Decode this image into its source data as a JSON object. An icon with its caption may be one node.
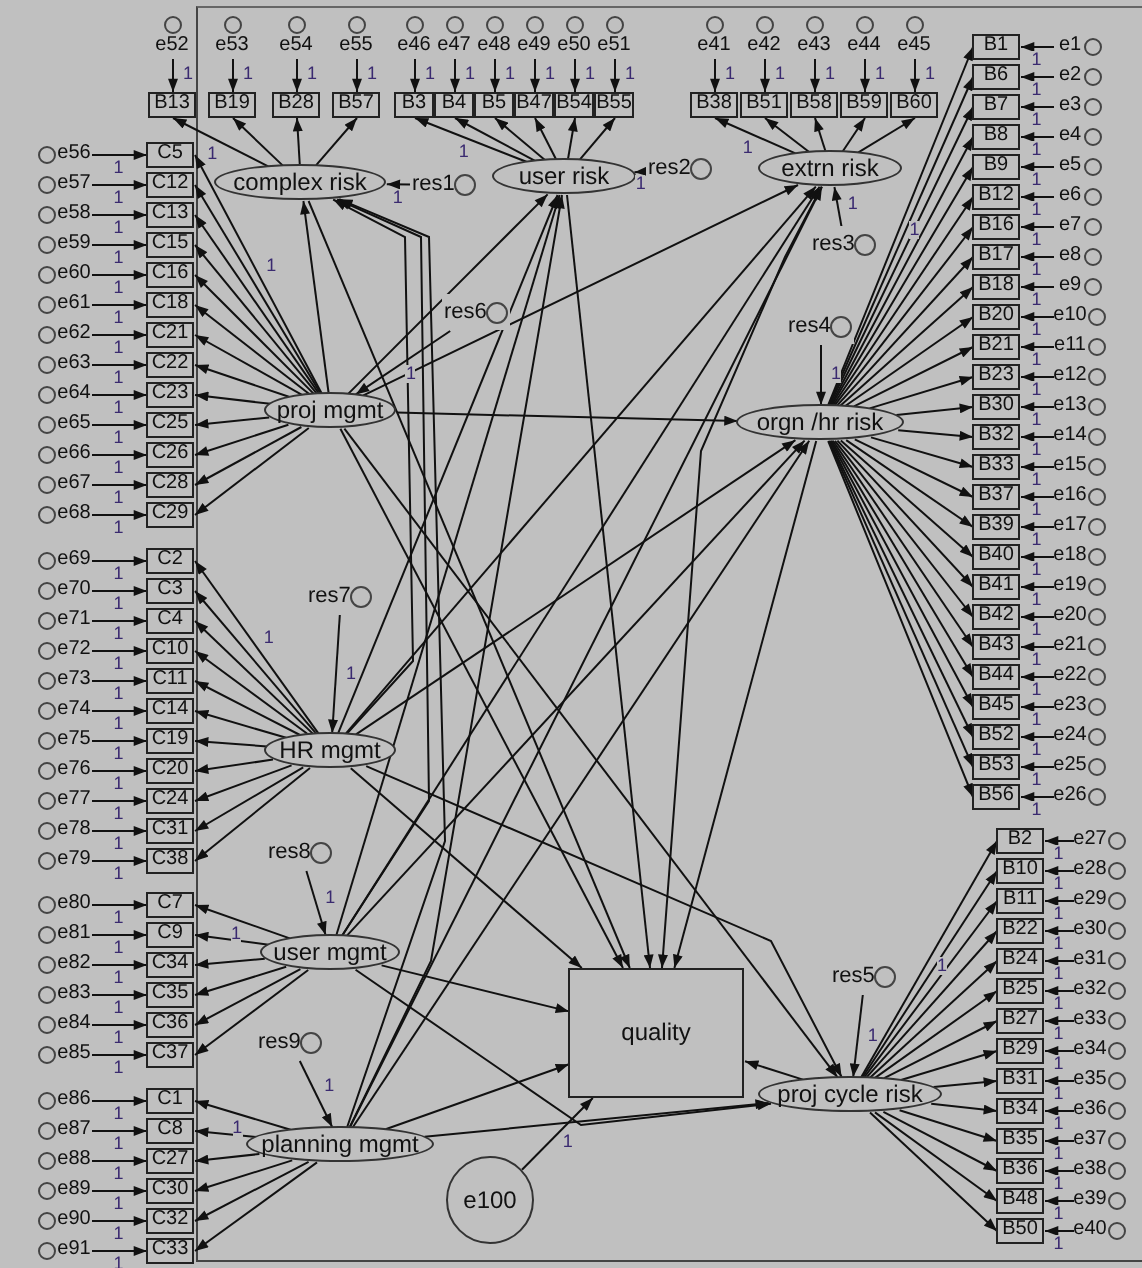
{
  "diagram": {
    "nodes": [
      {
        "text": [
          "complex risk"
        ]
      },
      {
        "text": [
          "user risk"
        ]
      },
      {
        "text": [
          "extrn risk"
        ]
      },
      {
        "text": [
          "orgn /hr risk"
        ]
      },
      {
        "text": [
          "proj cycle risk"
        ]
      },
      {
        "text": [
          "proj mgmt"
        ]
      },
      {
        "text": [
          "HR mgmt"
        ]
      },
      {
        "text": [
          "user mgmt"
        ]
      },
      {
        "text": [
          "planning mgmt"
        ]
      },
      {
        "text": [
          "quality"
        ]
      },
      {
        "text": [
          "e100"
        ]
      },
      {
        "text": [
          "res1"
        ]
      },
      {
        "text": [
          "res2"
        ]
      },
      {
        "text": [
          "res3"
        ]
      },
      {
        "text": [
          "res4"
        ]
      },
      {
        "text": [
          "res5"
        ]
      },
      {
        "text": [
          "res6"
        ]
      },
      {
        "text": [
          "res7"
        ]
      },
      {
        "text": [
          "res8"
        ]
      },
      {
        "text": [
          "res9"
        ]
      },
      {
        "text": [
          "B13"
        ]
      },
      {
        "text": [
          "B19"
        ]
      },
      {
        "text": [
          "B28"
        ]
      },
      {
        "text": [
          "B57"
        ]
      },
      {
        "text": [
          "e52"
        ]
      },
      {
        "text": [
          "e53"
        ]
      },
      {
        "text": [
          "e54"
        ]
      },
      {
        "text": [
          "e55"
        ]
      },
      {
        "text": [
          "B3"
        ]
      },
      {
        "text": [
          "B4"
        ]
      },
      {
        "text": [
          "B5"
        ]
      },
      {
        "text": [
          "B47"
        ]
      },
      {
        "text": [
          "B54"
        ]
      },
      {
        "text": [
          "B55"
        ]
      },
      {
        "text": [
          "e46"
        ]
      },
      {
        "text": [
          "e47"
        ]
      },
      {
        "text": [
          "e48"
        ]
      },
      {
        "text": [
          "e49"
        ]
      },
      {
        "text": [
          "e50"
        ]
      },
      {
        "text": [
          "e51"
        ]
      },
      {
        "text": [
          "B38"
        ]
      },
      {
        "text": [
          "B51"
        ]
      },
      {
        "text": [
          "B58"
        ]
      },
      {
        "text": [
          "B59"
        ]
      },
      {
        "text": [
          "B60"
        ]
      },
      {
        "text": [
          "e41"
        ]
      },
      {
        "text": [
          "e42"
        ]
      },
      {
        "text": [
          "e43"
        ]
      },
      {
        "text": [
          "e44"
        ]
      },
      {
        "text": [
          "e45"
        ]
      },
      {
        "text": [
          "B1"
        ]
      },
      {
        "text": [
          "B6"
        ]
      },
      {
        "text": [
          "B7"
        ]
      },
      {
        "text": [
          "B8"
        ]
      },
      {
        "text": [
          "B9"
        ]
      },
      {
        "text": [
          "B12"
        ]
      },
      {
        "text": [
          "B16"
        ]
      },
      {
        "text": [
          "B17"
        ]
      },
      {
        "text": [
          "B18"
        ]
      },
      {
        "text": [
          "B20"
        ]
      },
      {
        "text": [
          "B21"
        ]
      },
      {
        "text": [
          "B23"
        ]
      },
      {
        "text": [
          "B30"
        ]
      },
      {
        "text": [
          "B32"
        ]
      },
      {
        "text": [
          "B33"
        ]
      },
      {
        "text": [
          "B37"
        ]
      },
      {
        "text": [
          "B39"
        ]
      },
      {
        "text": [
          "B40"
        ]
      },
      {
        "text": [
          "B41"
        ]
      },
      {
        "text": [
          "B42"
        ]
      },
      {
        "text": [
          "B43"
        ]
      },
      {
        "text": [
          "B44"
        ]
      },
      {
        "text": [
          "B45"
        ]
      },
      {
        "text": [
          "B52"
        ]
      },
      {
        "text": [
          "B53"
        ]
      },
      {
        "text": [
          "B56"
        ]
      },
      {
        "text": [
          "e1"
        ]
      },
      {
        "text": [
          "e2"
        ]
      },
      {
        "text": [
          "e3"
        ]
      },
      {
        "text": [
          "e4"
        ]
      },
      {
        "text": [
          "e5"
        ]
      },
      {
        "text": [
          "e6"
        ]
      },
      {
        "text": [
          "e7"
        ]
      },
      {
        "text": [
          "e8"
        ]
      },
      {
        "text": [
          "e9"
        ]
      },
      {
        "text": [
          "e10"
        ]
      },
      {
        "text": [
          "e11"
        ]
      },
      {
        "text": [
          "e12"
        ]
      },
      {
        "text": [
          "e13"
        ]
      },
      {
        "text": [
          "e14"
        ]
      },
      {
        "text": [
          "e15"
        ]
      },
      {
        "text": [
          "e16"
        ]
      },
      {
        "text": [
          "e17"
        ]
      },
      {
        "text": [
          "e18"
        ]
      },
      {
        "text": [
          "e19"
        ]
      },
      {
        "text": [
          "e20"
        ]
      },
      {
        "text": [
          "e21"
        ]
      },
      {
        "text": [
          "e22"
        ]
      },
      {
        "text": [
          "e23"
        ]
      },
      {
        "text": [
          "e24"
        ]
      },
      {
        "text": [
          "e25"
        ]
      },
      {
        "text": [
          "e26"
        ]
      },
      {
        "text": [
          "B2"
        ]
      },
      {
        "text": [
          "B10"
        ]
      },
      {
        "text": [
          "B11"
        ]
      },
      {
        "text": [
          "B22"
        ]
      },
      {
        "text": [
          "B24"
        ]
      },
      {
        "text": [
          "B25"
        ]
      },
      {
        "text": [
          "B27"
        ]
      },
      {
        "text": [
          "B29"
        ]
      },
      {
        "text": [
          "B31"
        ]
      },
      {
        "text": [
          "B34"
        ]
      },
      {
        "text": [
          "B35"
        ]
      },
      {
        "text": [
          "B36"
        ]
      },
      {
        "text": [
          "B48"
        ]
      },
      {
        "text": [
          "B50"
        ]
      },
      {
        "text": [
          "e27"
        ]
      },
      {
        "text": [
          "e28"
        ]
      },
      {
        "text": [
          "e29"
        ]
      },
      {
        "text": [
          "e30"
        ]
      },
      {
        "text": [
          "e31"
        ]
      },
      {
        "text": [
          "e32"
        ]
      },
      {
        "text": [
          "e33"
        ]
      },
      {
        "text": [
          "e34"
        ]
      },
      {
        "text": [
          "e35"
        ]
      },
      {
        "text": [
          "e36"
        ]
      },
      {
        "text": [
          "e37"
        ]
      },
      {
        "text": [
          "e38"
        ]
      },
      {
        "text": [
          "e39"
        ]
      },
      {
        "text": [
          "e40"
        ]
      },
      {
        "text": [
          "C5"
        ]
      },
      {
        "text": [
          "C12"
        ]
      },
      {
        "text": [
          "C13"
        ]
      },
      {
        "text": [
          "C15"
        ]
      },
      {
        "text": [
          "C16"
        ]
      },
      {
        "text": [
          "C18"
        ]
      },
      {
        "text": [
          "C21"
        ]
      },
      {
        "text": [
          "C22"
        ]
      },
      {
        "text": [
          "C23"
        ]
      },
      {
        "text": [
          "C25"
        ]
      },
      {
        "text": [
          "C26"
        ]
      },
      {
        "text": [
          "C28"
        ]
      },
      {
        "text": [
          "C29"
        ]
      },
      {
        "text": [
          "e56"
        ]
      },
      {
        "text": [
          "e57"
        ]
      },
      {
        "text": [
          "e58"
        ]
      },
      {
        "text": [
          "e59"
        ]
      },
      {
        "text": [
          "e60"
        ]
      },
      {
        "text": [
          "e61"
        ]
      },
      {
        "text": [
          "e62"
        ]
      },
      {
        "text": [
          "e63"
        ]
      },
      {
        "text": [
          "e64"
        ]
      },
      {
        "text": [
          "e65"
        ]
      },
      {
        "text": [
          "e66"
        ]
      },
      {
        "text": [
          "e67"
        ]
      },
      {
        "text": [
          "e68"
        ]
      },
      {
        "text": [
          "C2"
        ]
      },
      {
        "text": [
          "C3"
        ]
      },
      {
        "text": [
          "C4"
        ]
      },
      {
        "text": [
          "C10"
        ]
      },
      {
        "text": [
          "C11"
        ]
      },
      {
        "text": [
          "C14"
        ]
      },
      {
        "text": [
          "C19"
        ]
      },
      {
        "text": [
          "C20"
        ]
      },
      {
        "text": [
          "C24"
        ]
      },
      {
        "text": [
          "C31"
        ]
      },
      {
        "text": [
          "C38"
        ]
      },
      {
        "text": [
          "e69"
        ]
      },
      {
        "text": [
          "e70"
        ]
      },
      {
        "text": [
          "e71"
        ]
      },
      {
        "text": [
          "e72"
        ]
      },
      {
        "text": [
          "e73"
        ]
      },
      {
        "text": [
          "e74"
        ]
      },
      {
        "text": [
          "e75"
        ]
      },
      {
        "text": [
          "e76"
        ]
      },
      {
        "text": [
          "e77"
        ]
      },
      {
        "text": [
          "e78"
        ]
      },
      {
        "text": [
          "e79"
        ]
      },
      {
        "text": [
          "C7"
        ]
      },
      {
        "text": [
          "C9"
        ]
      },
      {
        "text": [
          "C34"
        ]
      },
      {
        "text": [
          "C35"
        ]
      },
      {
        "text": [
          "C36"
        ]
      },
      {
        "text": [
          "C37"
        ]
      },
      {
        "text": [
          "e80"
        ]
      },
      {
        "text": [
          "e81"
        ]
      },
      {
        "text": [
          "e82"
        ]
      },
      {
        "text": [
          "e83"
        ]
      },
      {
        "text": [
          "e84"
        ]
      },
      {
        "text": [
          "e85"
        ]
      },
      {
        "text": [
          "C1"
        ]
      },
      {
        "text": [
          "C8"
        ]
      },
      {
        "text": [
          "C27"
        ]
      },
      {
        "text": [
          "C30"
        ]
      },
      {
        "text": [
          "C32"
        ]
      },
      {
        "text": [
          "C33"
        ]
      },
      {
        "text": [
          "e86"
        ]
      },
      {
        "text": [
          "e87"
        ]
      },
      {
        "text": [
          "e88"
        ]
      },
      {
        "text": [
          "e89"
        ]
      },
      {
        "text": [
          "e90"
        ]
      },
      {
        "text": [
          "e91"
        ]
      }
    ],
    "edges": [
      {
        "from": 0,
        "to": 20,
        "arrow": "to",
        "label": "1"
      },
      {
        "from": 0,
        "to": 21,
        "arrow": "to"
      },
      {
        "from": 0,
        "to": 22,
        "arrow": "to"
      },
      {
        "from": 0,
        "to": 23,
        "arrow": "to"
      },
      {
        "from": 24,
        "to": 20,
        "arrow": "to",
        "label": "1"
      },
      {
        "from": 25,
        "to": 21,
        "arrow": "to",
        "label": "1"
      },
      {
        "from": 26,
        "to": 22,
        "arrow": "to",
        "label": "1"
      },
      {
        "from": 27,
        "to": 23,
        "arrow": "to",
        "label": "1"
      },
      {
        "from": 1,
        "to": 28,
        "arrow": "to",
        "label": "1"
      },
      {
        "from": 1,
        "to": 29,
        "arrow": "to"
      },
      {
        "from": 1,
        "to": 30,
        "arrow": "to"
      },
      {
        "from": 1,
        "to": 31,
        "arrow": "to"
      },
      {
        "from": 1,
        "to": 32,
        "arrow": "to"
      },
      {
        "from": 1,
        "to": 33,
        "arrow": "to"
      },
      {
        "from": 34,
        "to": 28,
        "arrow": "to",
        "label": "1"
      },
      {
        "from": 35,
        "to": 29,
        "arrow": "to",
        "label": "1"
      },
      {
        "from": 36,
        "to": 30,
        "arrow": "to",
        "label": "1"
      },
      {
        "from": 37,
        "to": 31,
        "arrow": "to",
        "label": "1"
      },
      {
        "from": 38,
        "to": 32,
        "arrow": "to",
        "label": "1"
      },
      {
        "from": 39,
        "to": 33,
        "arrow": "to",
        "label": "1"
      },
      {
        "from": 2,
        "to": 40,
        "arrow": "to",
        "label": "1"
      },
      {
        "from": 2,
        "to": 41,
        "arrow": "to"
      },
      {
        "from": 2,
        "to": 42,
        "arrow": "to"
      },
      {
        "from": 2,
        "to": 43,
        "arrow": "to"
      },
      {
        "from": 2,
        "to": 44,
        "arrow": "to"
      },
      {
        "from": 45,
        "to": 40,
        "arrow": "to",
        "label": "1"
      },
      {
        "from": 46,
        "to": 41,
        "arrow": "to",
        "label": "1"
      },
      {
        "from": 47,
        "to": 42,
        "arrow": "to",
        "label": "1"
      },
      {
        "from": 48,
        "to": 43,
        "arrow": "to",
        "label": "1"
      },
      {
        "from": 49,
        "to": 44,
        "arrow": "to",
        "label": "1"
      },
      {
        "from": 3,
        "to": 50,
        "arrow": "to",
        "label": "1"
      },
      {
        "from": 3,
        "to": 51,
        "arrow": "to"
      },
      {
        "from": 3,
        "to": 52,
        "arrow": "to"
      },
      {
        "from": 3,
        "to": 53,
        "arrow": "to"
      },
      {
        "from": 3,
        "to": 54,
        "arrow": "to"
      },
      {
        "from": 3,
        "to": 55,
        "arrow": "to"
      },
      {
        "from": 3,
        "to": 56,
        "arrow": "to"
      },
      {
        "from": 3,
        "to": 57,
        "arrow": "to"
      },
      {
        "from": 3,
        "to": 58,
        "arrow": "to"
      },
      {
        "from": 3,
        "to": 59,
        "arrow": "to"
      },
      {
        "from": 3,
        "to": 60,
        "arrow": "to"
      },
      {
        "from": 3,
        "to": 61,
        "arrow": "to"
      },
      {
        "from": 3,
        "to": 62,
        "arrow": "to"
      },
      {
        "from": 3,
        "to": 63,
        "arrow": "to"
      },
      {
        "from": 3,
        "to": 64,
        "arrow": "to"
      },
      {
        "from": 3,
        "to": 65,
        "arrow": "to"
      },
      {
        "from": 3,
        "to": 66,
        "arrow": "to"
      },
      {
        "from": 3,
        "to": 67,
        "arrow": "to"
      },
      {
        "from": 3,
        "to": 68,
        "arrow": "to"
      },
      {
        "from": 3,
        "to": 69,
        "arrow": "to"
      },
      {
        "from": 3,
        "to": 70,
        "arrow": "to"
      },
      {
        "from": 3,
        "to": 71,
        "arrow": "to"
      },
      {
        "from": 3,
        "to": 72,
        "arrow": "to"
      },
      {
        "from": 3,
        "to": 73,
        "arrow": "to"
      },
      {
        "from": 3,
        "to": 74,
        "arrow": "to"
      },
      {
        "from": 3,
        "to": 75,
        "arrow": "to"
      },
      {
        "from": 76,
        "to": 50,
        "arrow": "to",
        "label": "1"
      },
      {
        "from": 77,
        "to": 51,
        "arrow": "to",
        "label": "1"
      },
      {
        "from": 78,
        "to": 52,
        "arrow": "to",
        "label": "1"
      },
      {
        "from": 79,
        "to": 53,
        "arrow": "to",
        "label": "1"
      },
      {
        "from": 80,
        "to": 54,
        "arrow": "to",
        "label": "1"
      },
      {
        "from": 81,
        "to": 55,
        "arrow": "to",
        "label": "1"
      },
      {
        "from": 82,
        "to": 56,
        "arrow": "to",
        "label": "1"
      },
      {
        "from": 83,
        "to": 57,
        "arrow": "to",
        "label": "1"
      },
      {
        "from": 84,
        "to": 58,
        "arrow": "to",
        "label": "1"
      },
      {
        "from": 85,
        "to": 59,
        "arrow": "to",
        "label": "1"
      },
      {
        "from": 86,
        "to": 60,
        "arrow": "to",
        "label": "1"
      },
      {
        "from": 87,
        "to": 61,
        "arrow": "to",
        "label": "1"
      },
      {
        "from": 88,
        "to": 62,
        "arrow": "to",
        "label": "1"
      },
      {
        "from": 89,
        "to": 63,
        "arrow": "to",
        "label": "1"
      },
      {
        "from": 90,
        "to": 64,
        "arrow": "to",
        "label": "1"
      },
      {
        "from": 91,
        "to": 65,
        "arrow": "to",
        "label": "1"
      },
      {
        "from": 92,
        "to": 66,
        "arrow": "to",
        "label": "1"
      },
      {
        "from": 93,
        "to": 67,
        "arrow": "to",
        "label": "1"
      },
      {
        "from": 94,
        "to": 68,
        "arrow": "to",
        "label": "1"
      },
      {
        "from": 95,
        "to": 69,
        "arrow": "to",
        "label": "1"
      },
      {
        "from": 96,
        "to": 70,
        "arrow": "to",
        "label": "1"
      },
      {
        "from": 97,
        "to": 71,
        "arrow": "to",
        "label": "1"
      },
      {
        "from": 98,
        "to": 72,
        "arrow": "to",
        "label": "1"
      },
      {
        "from": 99,
        "to": 73,
        "arrow": "to",
        "label": "1"
      },
      {
        "from": 100,
        "to": 74,
        "arrow": "to",
        "label": "1"
      },
      {
        "from": 101,
        "to": 75,
        "arrow": "to",
        "label": "1"
      },
      {
        "from": 4,
        "to": 102,
        "arrow": "to",
        "label": "1"
      },
      {
        "from": 4,
        "to": 103,
        "arrow": "to"
      },
      {
        "from": 4,
        "to": 104,
        "arrow": "to"
      },
      {
        "from": 4,
        "to": 105,
        "arrow": "to"
      },
      {
        "from": 4,
        "to": 106,
        "arrow": "to"
      },
      {
        "from": 4,
        "to": 107,
        "arrow": "to"
      },
      {
        "from": 4,
        "to": 108,
        "arrow": "to"
      },
      {
        "from": 4,
        "to": 109,
        "arrow": "to"
      },
      {
        "from": 4,
        "to": 110,
        "arrow": "to"
      },
      {
        "from": 4,
        "to": 111,
        "arrow": "to"
      },
      {
        "from": 4,
        "to": 112,
        "arrow": "to"
      },
      {
        "from": 4,
        "to": 113,
        "arrow": "to"
      },
      {
        "from": 4,
        "to": 114,
        "arrow": "to"
      },
      {
        "from": 4,
        "to": 115,
        "arrow": "to"
      },
      {
        "from": 116,
        "to": 102,
        "arrow": "to",
        "label": "1"
      },
      {
        "from": 117,
        "to": 103,
        "arrow": "to",
        "label": "1"
      },
      {
        "from": 118,
        "to": 104,
        "arrow": "to",
        "label": "1"
      },
      {
        "from": 119,
        "to": 105,
        "arrow": "to",
        "label": "1"
      },
      {
        "from": 120,
        "to": 106,
        "arrow": "to",
        "label": "1"
      },
      {
        "from": 121,
        "to": 107,
        "arrow": "to",
        "label": "1"
      },
      {
        "from": 122,
        "to": 108,
        "arrow": "to",
        "label": "1"
      },
      {
        "from": 123,
        "to": 109,
        "arrow": "to",
        "label": "1"
      },
      {
        "from": 124,
        "to": 110,
        "arrow": "to",
        "label": "1"
      },
      {
        "from": 125,
        "to": 111,
        "arrow": "to",
        "label": "1"
      },
      {
        "from": 126,
        "to": 112,
        "arrow": "to",
        "label": "1"
      },
      {
        "from": 127,
        "to": 113,
        "arrow": "to",
        "label": "1"
      },
      {
        "from": 128,
        "to": 114,
        "arrow": "to",
        "label": "1"
      },
      {
        "from": 129,
        "to": 115,
        "arrow": "to",
        "label": "1"
      },
      {
        "from": 5,
        "to": 130,
        "arrow": "to",
        "label": "1"
      },
      {
        "from": 5,
        "to": 131,
        "arrow": "to"
      },
      {
        "from": 5,
        "to": 132,
        "arrow": "to"
      },
      {
        "from": 5,
        "to": 133,
        "arrow": "to"
      },
      {
        "from": 5,
        "to": 134,
        "arrow": "to"
      },
      {
        "from": 5,
        "to": 135,
        "arrow": "to"
      },
      {
        "from": 5,
        "to": 136,
        "arrow": "to"
      },
      {
        "from": 5,
        "to": 137,
        "arrow": "to"
      },
      {
        "from": 5,
        "to": 138,
        "arrow": "to"
      },
      {
        "from": 5,
        "to": 139,
        "arrow": "to"
      },
      {
        "from": 5,
        "to": 140,
        "arrow": "to"
      },
      {
        "from": 5,
        "to": 141,
        "arrow": "to"
      },
      {
        "from": 5,
        "to": 142,
        "arrow": "to"
      },
      {
        "from": 143,
        "to": 130,
        "arrow": "to",
        "label": "1"
      },
      {
        "from": 144,
        "to": 131,
        "arrow": "to",
        "label": "1"
      },
      {
        "from": 145,
        "to": 132,
        "arrow": "to",
        "label": "1"
      },
      {
        "from": 146,
        "to": 133,
        "arrow": "to",
        "label": "1"
      },
      {
        "from": 147,
        "to": 134,
        "arrow": "to",
        "label": "1"
      },
      {
        "from": 148,
        "to": 135,
        "arrow": "to",
        "label": "1"
      },
      {
        "from": 149,
        "to": 136,
        "arrow": "to",
        "label": "1"
      },
      {
        "from": 150,
        "to": 137,
        "arrow": "to",
        "label": "1"
      },
      {
        "from": 151,
        "to": 138,
        "arrow": "to",
        "label": "1"
      },
      {
        "from": 152,
        "to": 139,
        "arrow": "to",
        "label": "1"
      },
      {
        "from": 153,
        "to": 140,
        "arrow": "to",
        "label": "1"
      },
      {
        "from": 154,
        "to": 141,
        "arrow": "to",
        "label": "1"
      },
      {
        "from": 155,
        "to": 142,
        "arrow": "to",
        "label": "1"
      },
      {
        "from": 6,
        "to": 156,
        "arrow": "to",
        "label": "1"
      },
      {
        "from": 6,
        "to": 157,
        "arrow": "to"
      },
      {
        "from": 6,
        "to": 158,
        "arrow": "to"
      },
      {
        "from": 6,
        "to": 159,
        "arrow": "to"
      },
      {
        "from": 6,
        "to": 160,
        "arrow": "to"
      },
      {
        "from": 6,
        "to": 161,
        "arrow": "to"
      },
      {
        "from": 6,
        "to": 162,
        "arrow": "to"
      },
      {
        "from": 6,
        "to": 163,
        "arrow": "to"
      },
      {
        "from": 6,
        "to": 164,
        "arrow": "to"
      },
      {
        "from": 6,
        "to": 165,
        "arrow": "to"
      },
      {
        "from": 6,
        "to": 166,
        "arrow": "to"
      },
      {
        "from": 167,
        "to": 156,
        "arrow": "to",
        "label": "1"
      },
      {
        "from": 168,
        "to": 157,
        "arrow": "to",
        "label": "1"
      },
      {
        "from": 169,
        "to": 158,
        "arrow": "to",
        "label": "1"
      },
      {
        "from": 170,
        "to": 159,
        "arrow": "to",
        "label": "1"
      },
      {
        "from": 171,
        "to": 160,
        "arrow": "to",
        "label": "1"
      },
      {
        "from": 172,
        "to": 161,
        "arrow": "to",
        "label": "1"
      },
      {
        "from": 173,
        "to": 162,
        "arrow": "to",
        "label": "1"
      },
      {
        "from": 174,
        "to": 163,
        "arrow": "to",
        "label": "1"
      },
      {
        "from": 175,
        "to": 164,
        "arrow": "to",
        "label": "1"
      },
      {
        "from": 176,
        "to": 165,
        "arrow": "to",
        "label": "1"
      },
      {
        "from": 177,
        "to": 166,
        "arrow": "to",
        "label": "1"
      },
      {
        "from": 7,
        "to": 178,
        "arrow": "to",
        "label": "1"
      },
      {
        "from": 7,
        "to": 179,
        "arrow": "to"
      },
      {
        "from": 7,
        "to": 180,
        "arrow": "to"
      },
      {
        "from": 7,
        "to": 181,
        "arrow": "to"
      },
      {
        "from": 7,
        "to": 182,
        "arrow": "to"
      },
      {
        "from": 7,
        "to": 183,
        "arrow": "to"
      },
      {
        "from": 184,
        "to": 178,
        "arrow": "to",
        "label": "1"
      },
      {
        "from": 185,
        "to": 179,
        "arrow": "to",
        "label": "1"
      },
      {
        "from": 186,
        "to": 180,
        "arrow": "to",
        "label": "1"
      },
      {
        "from": 187,
        "to": 181,
        "arrow": "to",
        "label": "1"
      },
      {
        "from": 188,
        "to": 182,
        "arrow": "to",
        "label": "1"
      },
      {
        "from": 189,
        "to": 183,
        "arrow": "to",
        "label": "1"
      },
      {
        "from": 8,
        "to": 190,
        "arrow": "to",
        "label": "1"
      },
      {
        "from": 8,
        "to": 191,
        "arrow": "to"
      },
      {
        "from": 8,
        "to": 192,
        "arrow": "to"
      },
      {
        "from": 8,
        "to": 193,
        "arrow": "to"
      },
      {
        "from": 8,
        "to": 194,
        "arrow": "to"
      },
      {
        "from": 8,
        "to": 195,
        "arrow": "to"
      },
      {
        "from": 196,
        "to": 190,
        "arrow": "to",
        "label": "1"
      },
      {
        "from": 197,
        "to": 191,
        "arrow": "to",
        "label": "1"
      },
      {
        "from": 198,
        "to": 192,
        "arrow": "to",
        "label": "1"
      },
      {
        "from": 199,
        "to": 193,
        "arrow": "to",
        "label": "1"
      },
      {
        "from": 200,
        "to": 194,
        "arrow": "to",
        "label": "1"
      },
      {
        "from": 201,
        "to": 195,
        "arrow": "to",
        "label": "1"
      },
      {
        "from": 11,
        "to": 0,
        "arrow": "to",
        "label": "1"
      },
      {
        "from": 12,
        "to": 1,
        "arrow": "to",
        "label": "1"
      },
      {
        "from": 13,
        "to": 2,
        "arrow": "to",
        "label": "1"
      },
      {
        "from": 14,
        "to": 3,
        "arrow": "to",
        "label": "1"
      },
      {
        "from": 15,
        "to": 4,
        "arrow": "to",
        "label": "1"
      },
      {
        "from": 16,
        "to": 5,
        "arrow": "to",
        "label": "1"
      },
      {
        "from": 17,
        "to": 6,
        "arrow": "to",
        "label": "1"
      },
      {
        "from": 18,
        "to": 7,
        "arrow": "to",
        "label": "1"
      },
      {
        "from": 19,
        "to": 8,
        "arrow": "to",
        "label": "1"
      },
      {
        "from": 10,
        "to": 9,
        "arrow": "to",
        "label": "1"
      },
      {
        "from": 5,
        "to": 0,
        "arrow": "to"
      },
      {
        "from": 5,
        "to": 1,
        "arrow": "to"
      },
      {
        "from": 5,
        "to": 2,
        "arrow": "to"
      },
      {
        "from": 5,
        "to": 3,
        "arrow": "to"
      },
      {
        "from": 5,
        "to": 4,
        "arrow": "to"
      },
      {
        "from": 5,
        "to": 9,
        "arrow": "to"
      },
      {
        "from": 6,
        "to": 0,
        "arrow": "to"
      },
      {
        "from": 6,
        "to": 1,
        "arrow": "to"
      },
      {
        "from": 6,
        "to": 2,
        "arrow": "to"
      },
      {
        "from": 6,
        "to": 3,
        "arrow": "to"
      },
      {
        "from": 6,
        "to": 4,
        "arrow": "to"
      },
      {
        "from": 6,
        "to": 9,
        "arrow": "to"
      },
      {
        "from": 7,
        "to": 0,
        "arrow": "to"
      },
      {
        "from": 7,
        "to": 1,
        "arrow": "to"
      },
      {
        "from": 7,
        "to": 2,
        "arrow": "to"
      },
      {
        "from": 7,
        "to": 3,
        "arrow": "to"
      },
      {
        "from": 7,
        "to": 4,
        "arrow": "to"
      },
      {
        "from": 7,
        "to": 9,
        "arrow": "to"
      },
      {
        "from": 8,
        "to": 0,
        "arrow": "to"
      },
      {
        "from": 8,
        "to": 1,
        "arrow": "to"
      },
      {
        "from": 8,
        "to": 2,
        "arrow": "to"
      },
      {
        "from": 8,
        "to": 3,
        "arrow": "to"
      },
      {
        "from": 8,
        "to": 4,
        "arrow": "to"
      },
      {
        "from": 8,
        "to": 9,
        "arrow": "to"
      },
      {
        "from": 0,
        "to": 9,
        "arrow": "to"
      },
      {
        "from": 1,
        "to": 9,
        "arrow": "to"
      },
      {
        "from": 2,
        "to": 9,
        "arrow": "to"
      },
      {
        "from": 3,
        "to": 9,
        "arrow": "to"
      },
      {
        "from": 4,
        "to": 9,
        "arrow": "to"
      }
    ]
  }
}
